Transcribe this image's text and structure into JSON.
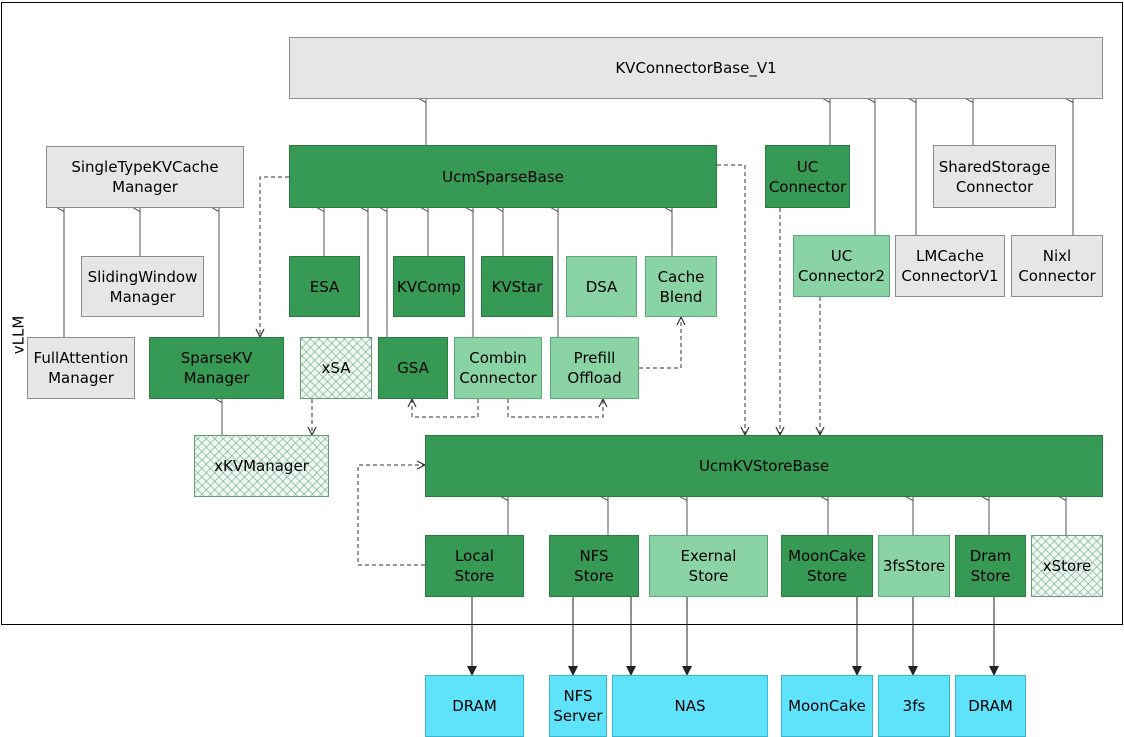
{
  "frame_label": "vLLM",
  "nodes": {
    "kvconnectorbase": "KVConnectorBase_V1",
    "singletype": "SingleTypeKVCache\nManager",
    "ucmsparsebase": "UcmSparseBase",
    "ucconnector": "UC\nConnector",
    "sharedstorage": "SharedStorage\nConnector",
    "slidingwindow": "SlidingWindow\nManager",
    "esa": "ESA",
    "kvcomp": "KVComp",
    "kvstar": "KVStar",
    "dsa": "DSA",
    "cacheblend": "Cache\nBlend",
    "ucconnector2": "UC\nConnector2",
    "lmcache": "LMCache\nConnectorV1",
    "nixl": "Nixl\nConnector",
    "fullattention": "FullAttention\nManager",
    "sparsekv": "SparseKV\nManager",
    "xsa": "xSA",
    "gsa": "GSA",
    "combin": "Combin\nConnector",
    "prefill": "Prefill\nOffload",
    "xkvmanager": "xKVManager",
    "ucmkvstorebase": "UcmKVStoreBase",
    "localstore": "Local\nStore",
    "nfsstore": "NFS\nStore",
    "exernalstore": "Exernal\nStore",
    "mooncakestore": "MoonCake\nStore",
    "fsstore": "3fsStore",
    "dramstore": "Dram\nStore",
    "xstore": "xStore",
    "dram1": "DRAM",
    "nfsserver": "NFS\nServer",
    "nas": "NAS",
    "mooncake": "MoonCake",
    "fs3": "3fs",
    "dram2": "DRAM"
  }
}
